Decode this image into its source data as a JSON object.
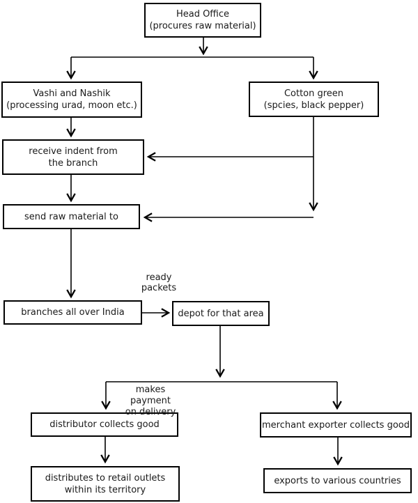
{
  "diagram": {
    "nodes": {
      "head_office": {
        "label": "Head Office\n(procures raw material)"
      },
      "vashi_nashik": {
        "label": "Vashi and Nashik\n(processing urad, moon etc.)"
      },
      "cotton_green": {
        "label": "Cotton green\n(spcies, black pepper)"
      },
      "receive_indent": {
        "label": "receive indent from\nthe branch"
      },
      "send_raw_material": {
        "label": "send raw material to"
      },
      "branches": {
        "label": "branches all over India"
      },
      "depot": {
        "label": "depot for that area"
      },
      "distributor": {
        "label": "distributor collects good"
      },
      "merchant_exporter": {
        "label": "merchant exporter collects good"
      },
      "retail_outlets": {
        "label": "distributes to retail outlets\nwithin its territory"
      },
      "exports": {
        "label": "exports to various countries"
      }
    },
    "edge_labels": {
      "ready_packets": "ready\npackets",
      "makes_payment": "makes payment\non delivery"
    },
    "colors": {
      "line": "#000000",
      "box_border": "#000000",
      "text": "#1a1a1a",
      "background": "#ffffff"
    }
  }
}
